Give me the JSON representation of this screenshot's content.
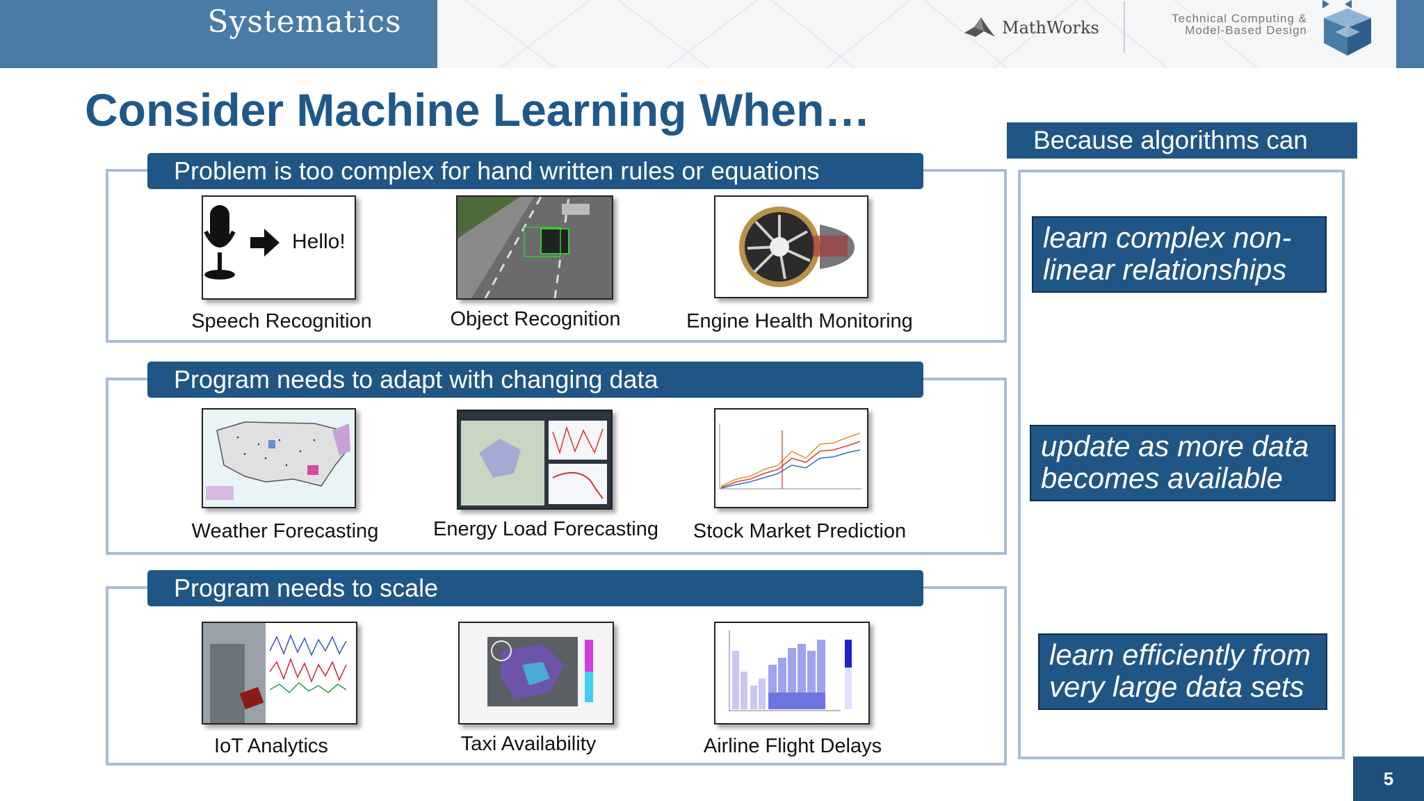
{
  "header": {
    "brand": "Systematics",
    "partner_logo_text": "MathWorks",
    "tagline_line1": "Technical Computing &",
    "tagline_line2": "Model-Based Design"
  },
  "title": "Consider Machine Learning When…",
  "sections": [
    {
      "heading": "Problem is too complex for hand written rules or equations",
      "items": [
        {
          "caption": "Speech Recognition",
          "image_text": "Hello!"
        },
        {
          "caption": "Object Recognition"
        },
        {
          "caption": "Engine Health Monitoring"
        }
      ]
    },
    {
      "heading": "Program needs to adapt with changing data",
      "items": [
        {
          "caption": "Weather Forecasting"
        },
        {
          "caption": "Energy Load Forecasting"
        },
        {
          "caption": "Stock Market Prediction"
        }
      ]
    },
    {
      "heading": "Program needs to scale",
      "items": [
        {
          "caption": "IoT Analytics"
        },
        {
          "caption": "Taxi Availability"
        },
        {
          "caption": "Airline Flight Delays"
        }
      ]
    }
  ],
  "right_panel": {
    "heading": "Because algorithms can",
    "abilities": [
      {
        "line1": "learn complex non-",
        "line2": "linear relationships"
      },
      {
        "line1": "update as more data",
        "line2": "becomes available"
      },
      {
        "line1": "learn efficiently from",
        "line2": "very large data sets"
      }
    ]
  },
  "page_number": "5",
  "colors": {
    "brand_bar": "#4a7aa6",
    "accent_dark": "#1f5685",
    "title": "#1f5889",
    "frame": "#a9bdd4"
  }
}
